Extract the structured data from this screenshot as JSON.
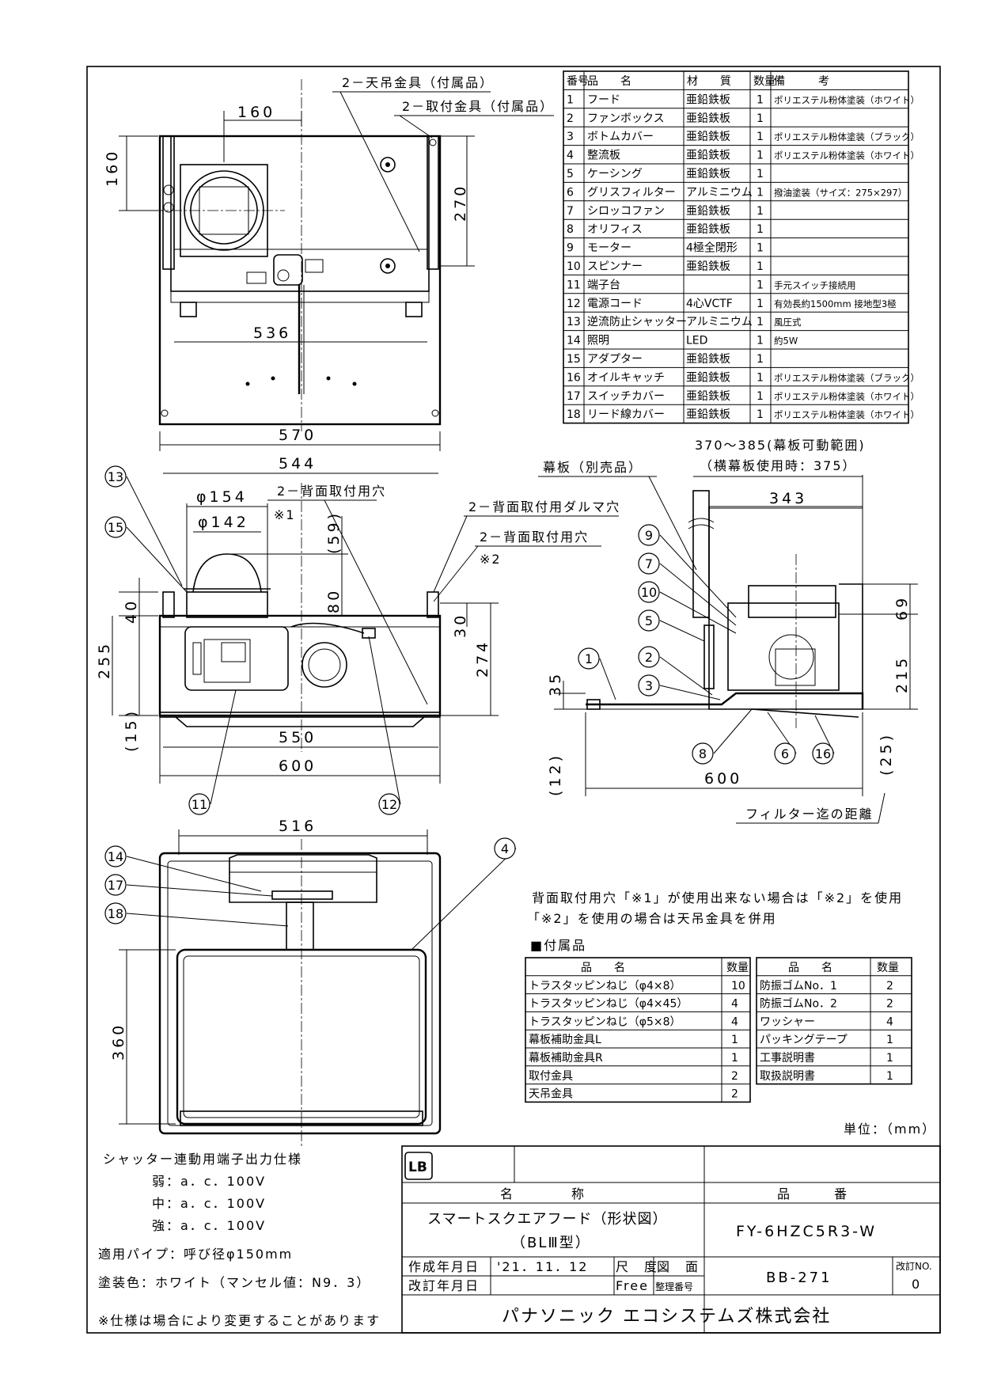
{
  "parts_table": {
    "headers": [
      "番号",
      "品　　名",
      "材　　質",
      "数量",
      "備　　　考"
    ],
    "rows": [
      {
        "no": "1",
        "name": "フード",
        "material": "亜鉛鉄板",
        "qty": "1",
        "note": "ポリエステル粉体塗装（ホワイト）"
      },
      {
        "no": "2",
        "name": "ファンボックス",
        "material": "亜鉛鉄板",
        "qty": "1",
        "note": ""
      },
      {
        "no": "3",
        "name": "ボトムカバー",
        "material": "亜鉛鉄板",
        "qty": "1",
        "note": "ポリエステル粉体塗装（ブラック）"
      },
      {
        "no": "4",
        "name": "整流板",
        "material": "亜鉛鉄板",
        "qty": "1",
        "note": "ポリエステル粉体塗装（ホワイト）"
      },
      {
        "no": "5",
        "name": "ケーシング",
        "material": "亜鉛鉄板",
        "qty": "1",
        "note": ""
      },
      {
        "no": "6",
        "name": "グリスフィルター",
        "material": "アルミニウム",
        "qty": "1",
        "note": "撥油塗装（サイズ：275×297）"
      },
      {
        "no": "7",
        "name": "シロッコファン",
        "material": "亜鉛鉄板",
        "qty": "1",
        "note": ""
      },
      {
        "no": "8",
        "name": "オリフィス",
        "material": "亜鉛鉄板",
        "qty": "1",
        "note": ""
      },
      {
        "no": "9",
        "name": "モーター",
        "material": "4極全閉形",
        "qty": "1",
        "note": ""
      },
      {
        "no": "10",
        "name": "スピンナー",
        "material": "亜鉛鉄板",
        "qty": "1",
        "note": ""
      },
      {
        "no": "11",
        "name": "端子台",
        "material": "",
        "qty": "1",
        "note": "手元スイッチ接続用"
      },
      {
        "no": "12",
        "name": "電源コード",
        "material": "4心VCTF",
        "qty": "1",
        "note": "有効長約1500mm 接地型3極"
      },
      {
        "no": "13",
        "name": "逆流防止シャッター",
        "material": "アルミニウム",
        "qty": "1",
        "note": "風圧式"
      },
      {
        "no": "14",
        "name": "照明",
        "material": "LED",
        "qty": "1",
        "note": "約5W"
      },
      {
        "no": "15",
        "name": "アダプター",
        "material": "亜鉛鉄板",
        "qty": "1",
        "note": ""
      },
      {
        "no": "16",
        "name": "オイルキャッチ",
        "material": "亜鉛鉄板",
        "qty": "1",
        "note": "ポリエステル粉体塗装（ブラック）"
      },
      {
        "no": "17",
        "name": "スイッチカバー",
        "material": "亜鉛鉄板",
        "qty": "1",
        "note": "ポリエステル粉体塗装（ホワイト）"
      },
      {
        "no": "18",
        "name": "リード線カバー",
        "material": "亜鉛鉄板",
        "qty": "1",
        "note": "ポリエステル粉体塗装（ホワイト）"
      }
    ]
  },
  "top_view": {
    "label_tentsuri": "2－天吊金具（付属品）",
    "label_toritsuke": "2－取付金具（付属品）",
    "dims": {
      "d160h": "160",
      "d160v": "160",
      "d270": "270",
      "d536": "536",
      "d570": "570"
    }
  },
  "front_view": {
    "label_haimen_hole": "2－背面取付用穴",
    "label_haimen_hole_note": "※1",
    "label_daruma": "2－背面取付用ダルマ穴",
    "label_haimen_hole2": "2－背面取付用穴",
    "label_haimen_hole2_note": "※2",
    "dims": {
      "d544": "544",
      "phi154": "φ154",
      "phi142": "φ142",
      "d59": "(59)",
      "d80": "80",
      "d40": "40",
      "d30": "30",
      "d255": "255",
      "d274": "274",
      "d15": "(15)",
      "d550": "550",
      "d600": "600"
    }
  },
  "side_view": {
    "label_makuita": "幕板（別売品）",
    "label_range": "370～385(幕板可動範囲)",
    "label_range2": "（横幕板使用時：375）",
    "label_filter": "フィルター迄の距離",
    "dims": {
      "d343": "343",
      "d69": "69",
      "d215": "215",
      "d35": "35",
      "d12": "(12)",
      "d25": "(25)",
      "d600": "600"
    }
  },
  "bottom_view": {
    "dims": {
      "d516": "516",
      "d360": "360"
    }
  },
  "callouts": [
    "1",
    "2",
    "3",
    "4",
    "5",
    "6",
    "7",
    "8",
    "9",
    "10",
    "11",
    "12",
    "13",
    "14",
    "15",
    "16",
    "17",
    "18"
  ],
  "notes": {
    "line1": "背面取付用穴「※1」が使用出来ない場合は「※2」を使用",
    "line2": "「※2」を使用の場合は天吊金具を併用"
  },
  "accessories": {
    "title": "■付属品",
    "headers": [
      "品　　名",
      "数量",
      "品　　名",
      "数量"
    ],
    "left": [
      {
        "name": "トラスタッピンねじ（φ4×8）",
        "qty": "10"
      },
      {
        "name": "トラスタッピンねじ（φ4×45）",
        "qty": "4"
      },
      {
        "name": "トラスタッピンねじ（φ5×8）",
        "qty": "4"
      },
      {
        "name": "幕板補助金具L",
        "qty": "1"
      },
      {
        "name": "幕板補助金具R",
        "qty": "1"
      },
      {
        "name": "取付金具",
        "qty": "2"
      },
      {
        "name": "天吊金具",
        "qty": "2"
      }
    ],
    "right": [
      {
        "name": "防振ゴムNo．1",
        "qty": "2"
      },
      {
        "name": "防振ゴムNo．2",
        "qty": "2"
      },
      {
        "name": "ワッシャー",
        "qty": "4"
      },
      {
        "name": "パッキングテープ",
        "qty": "1"
      },
      {
        "name": "工事説明書",
        "qty": "1"
      },
      {
        "name": "取扱説明書",
        "qty": "1"
      }
    ]
  },
  "unit": "単位：（mm）",
  "specs": {
    "shutter_title": "シャッター連動用端子出力仕様",
    "weak": "弱：a．c．100V",
    "mid": "中：a．c．100V",
    "strong": "強：a．c．100V",
    "pipe": "適用パイプ：呼び径φ150mm",
    "color": "塗装色：ホワイト（マンセル値：N9．3）",
    "disclaimer": "※仕様は場合により変更することがあります"
  },
  "title_block": {
    "logo": "LB",
    "name_header": "名　　　　称",
    "part_header": "品　　　番",
    "product_name1": "スマートスクエアフード（形状図）",
    "product_name2": "（BLⅢ型）",
    "part_number": "FY-6HZC5R3-W",
    "created_label": "作成年月日",
    "created_date": "'21．11．12",
    "scale_label": "尺　度",
    "scale_value": "Free",
    "drawing_label": "図　面",
    "ref_label": "整理番号",
    "drawing_number": "BB-271",
    "revised_label": "改訂年月日",
    "revised_date": "",
    "rev_no_label": "改訂NO.",
    "rev_no": "0",
    "company": "パナソニック エコシステムズ株式会社"
  }
}
